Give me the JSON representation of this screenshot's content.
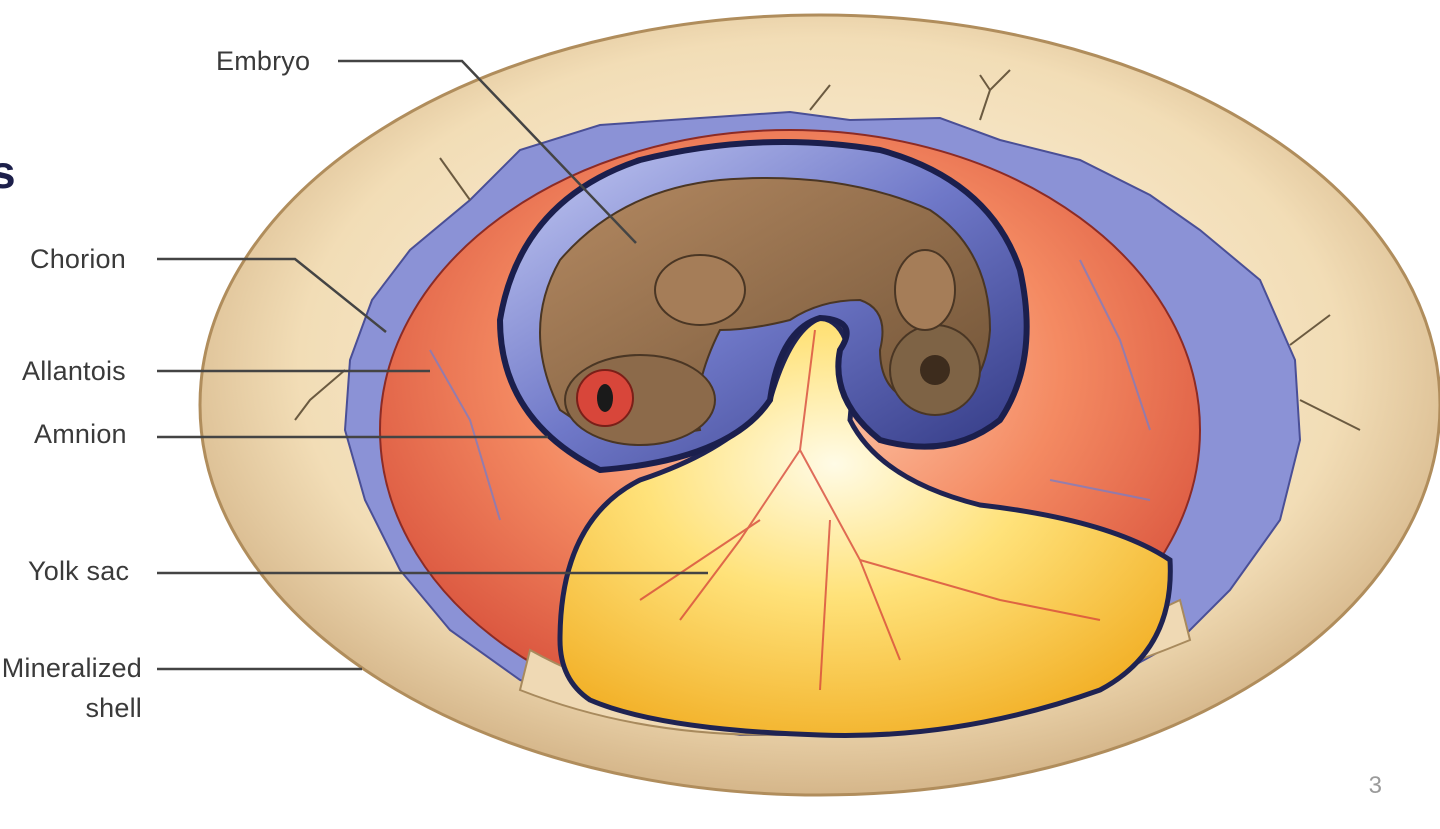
{
  "heading_fragment": "s",
  "bullet_fragment": ":",
  "labels": {
    "embryo": "Embryo",
    "chorion": "Chorion",
    "allantois": "Allantois",
    "amnion": "Amnion",
    "yolk_sac": "Yolk sac",
    "shell_line1": "Mineralized",
    "shell_line2": "shell"
  },
  "page_number": "3",
  "colors": {
    "shell": "#f0dcb4",
    "chorion": "#8a8fd0",
    "allantois": "#f08a5e",
    "amnion": "#2c3270",
    "yolk": "#f6c53c",
    "embryo": "#8c6a4a",
    "leader_line": "#444444",
    "heading": "#1c1f4a"
  }
}
